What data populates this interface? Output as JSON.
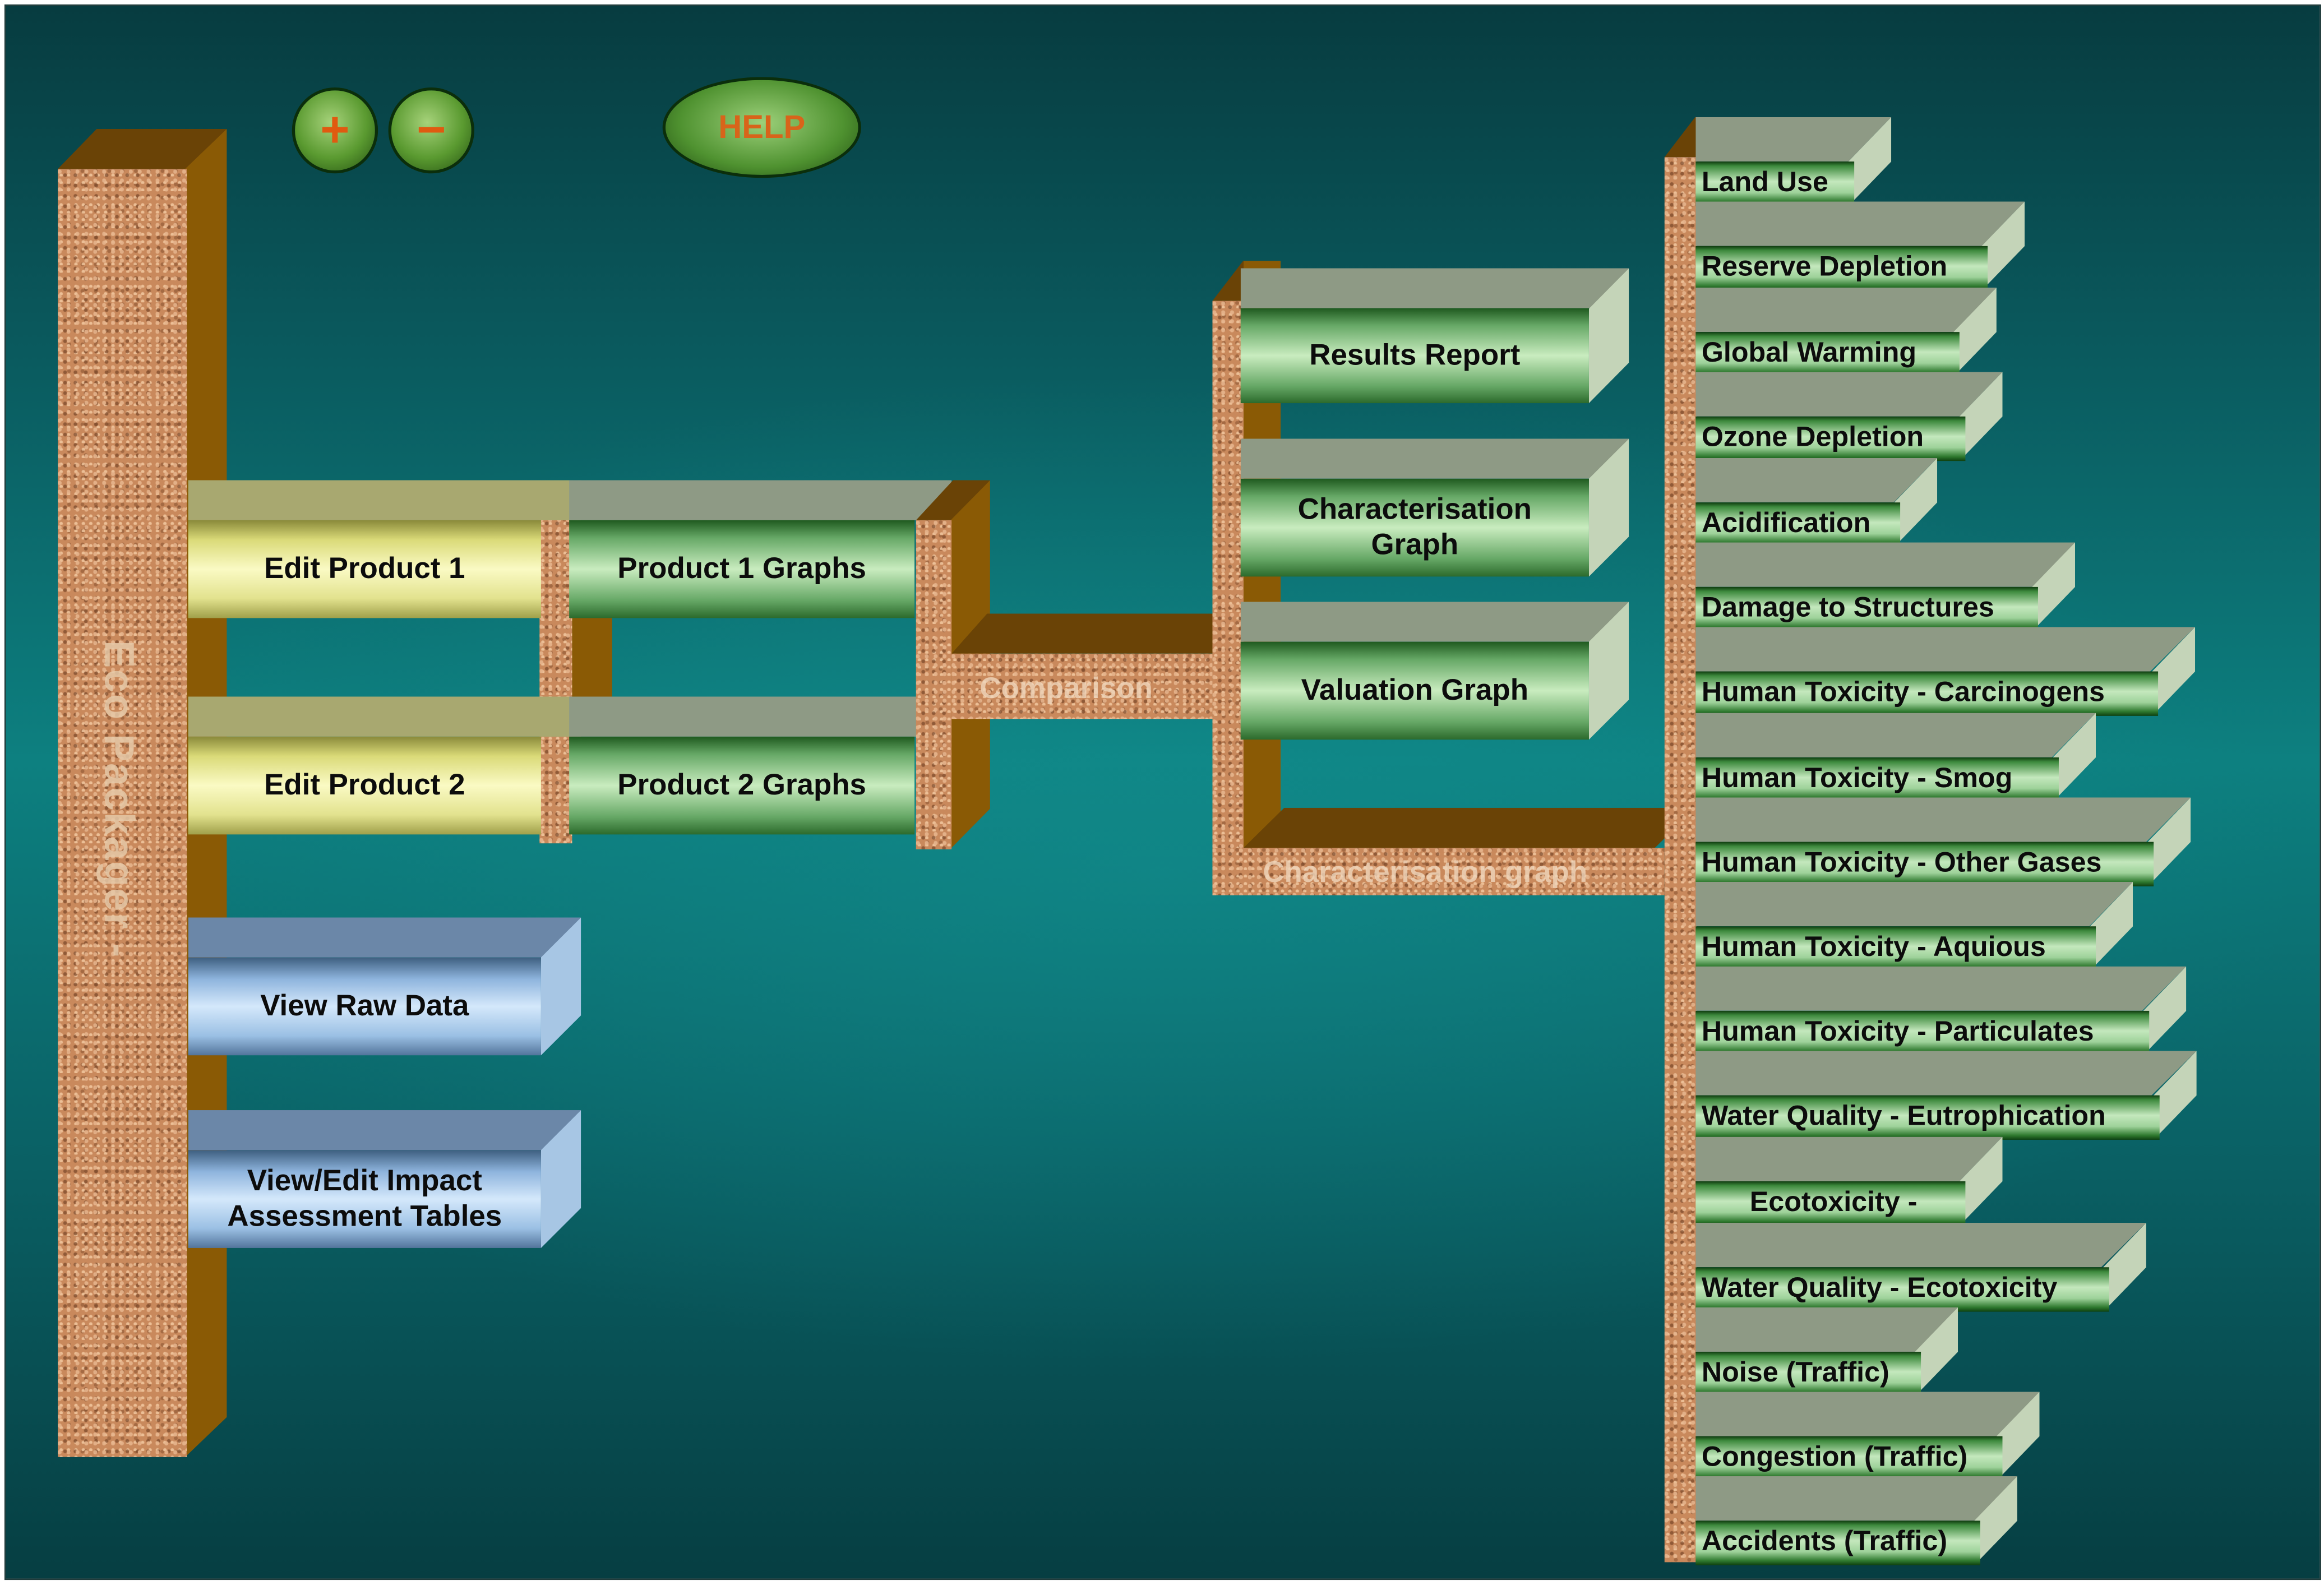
{
  "toolbar": {
    "zoom_in_label": "+",
    "zoom_out_label": "−",
    "help_label": "HELP"
  },
  "main_trunk_label": "Eco Packager -",
  "product_actions": {
    "edit_product_1": "Edit Product 1",
    "edit_product_2": "Edit Product 2",
    "product_1_graphs": "Product 1 Graphs",
    "product_2_graphs": "Product 2 Graphs",
    "view_raw_data": "View Raw Data",
    "view_edit_impact": "View/Edit Impact Assessment Tables"
  },
  "comparison": {
    "label": "Comparison",
    "results_report": "Results Report",
    "characterisation_graph": "Characterisation Graph",
    "valuation_graph": "Valuation Graph"
  },
  "characterisation": {
    "label": "Characterisation graph",
    "items": [
      "Land Use",
      "Reserve Depletion",
      "Global Warming",
      "Ozone Depletion",
      "Acidification",
      "Damage to Structures",
      "Human Toxicity - Carcinogens",
      "Human Toxicity - Smog",
      "Human Toxicity - Other Gases",
      "Human Toxicity - Aquious",
      "Human Toxicity - Particulates",
      "Water Quality  - Eutrophication",
      "Ecotoxicity -",
      "Water Quality  - Ecotoxicity",
      "Noise (Traffic)",
      "Congestion (Traffic)",
      "Accidents (Traffic)"
    ]
  },
  "colors": {
    "background": "#0d8080",
    "cork": "#c9895c",
    "green_button": "#66a866",
    "yellow_button": "#fafac4",
    "blue_button": "#8eb4dd",
    "help_text": "#d8641a"
  }
}
